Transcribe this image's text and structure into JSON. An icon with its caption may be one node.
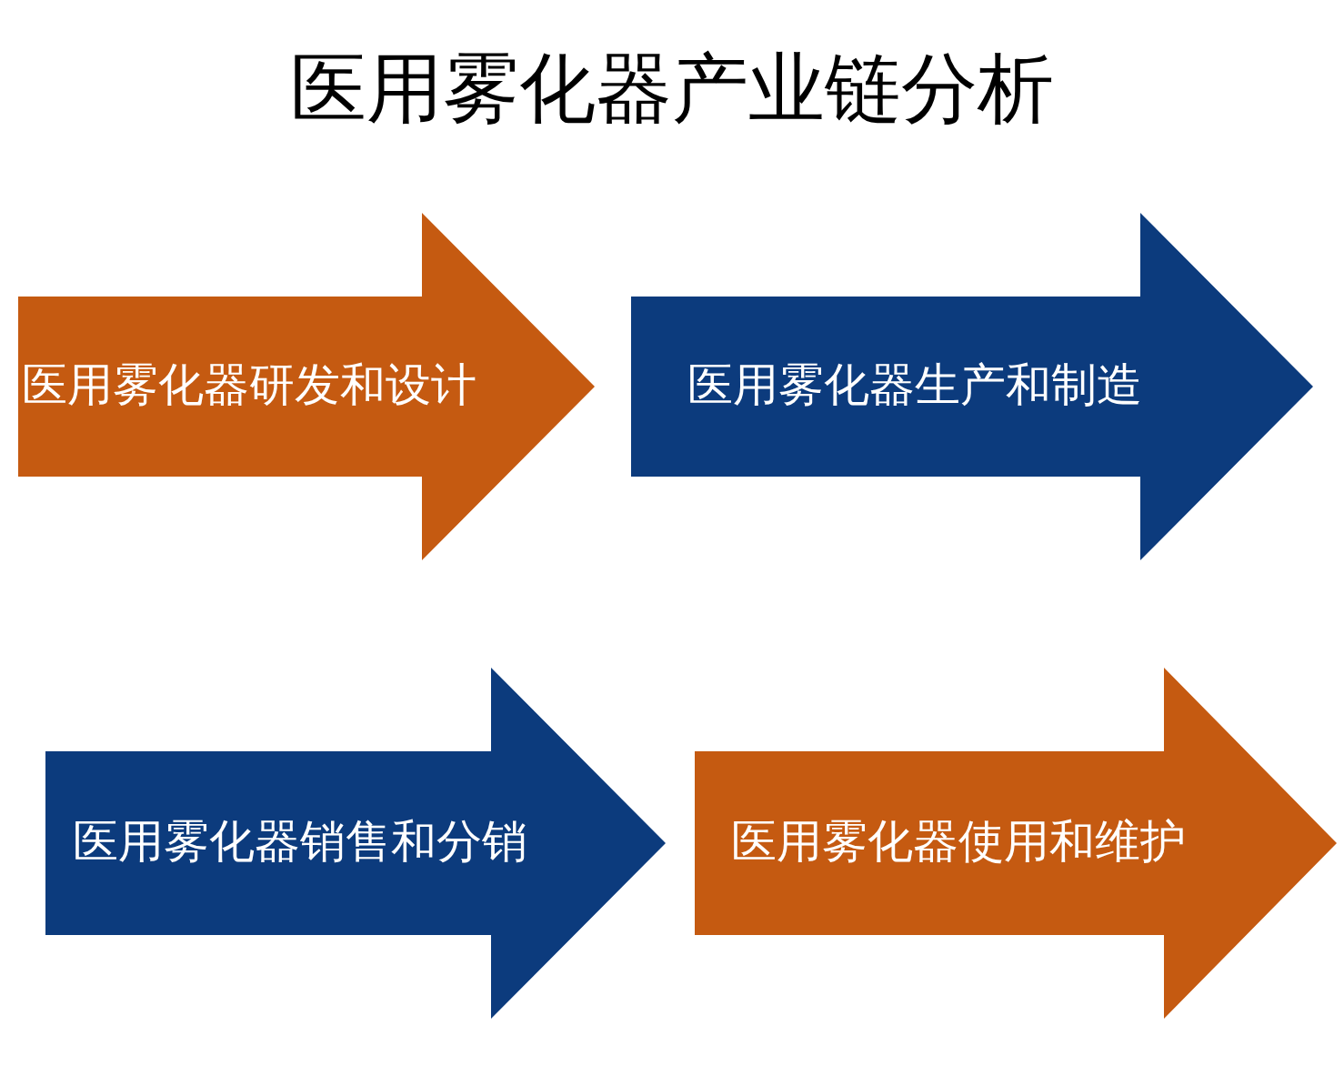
{
  "diagram": {
    "title": "医用雾化器产业链分析",
    "nodes": [
      {
        "text": [
          "医用雾化器研发和设计"
        ]
      },
      {
        "text": [
          "医用雾化器生产和制造"
        ]
      },
      {
        "text": [
          "医用雾化器销售和分销"
        ]
      },
      {
        "text": [
          "医用雾化器使用和维护"
        ]
      }
    ]
  }
}
